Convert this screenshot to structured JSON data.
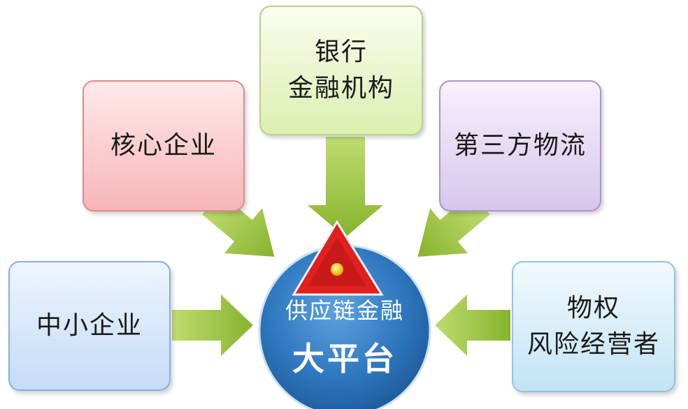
{
  "nodes": {
    "bank": {
      "lines": [
        "银行",
        "金融机构"
      ]
    },
    "core_enterprise": {
      "lines": [
        "核心企业"
      ]
    },
    "third_party_logistics": {
      "lines": [
        "第三方物流"
      ]
    },
    "sme": {
      "lines": [
        "中小企业"
      ]
    },
    "property_risk_operator": {
      "lines": [
        "物权",
        "风险经营者"
      ]
    }
  },
  "center": {
    "line1": "供应链金融",
    "line2": "大平台"
  },
  "colors": {
    "arrow": "#9cc43c",
    "circle": "#2f78bf",
    "triangle": "#e02020",
    "bank_fill": "#dcefb0",
    "core_fill": "#f7b5b8",
    "logistics_fill": "#d6c6ec",
    "sme_fill": "#c4dbf7",
    "risk_fill": "#c2e3f5"
  }
}
